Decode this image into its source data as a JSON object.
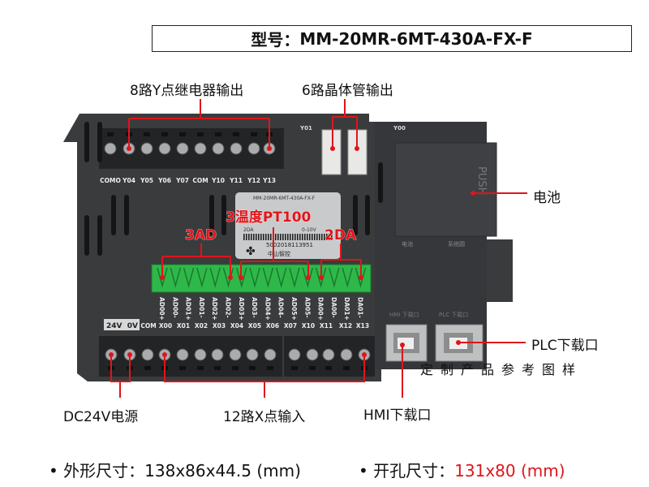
{
  "title": {
    "label": "型号：",
    "model": "MM-20MR-6MT-430A-FX-F"
  },
  "annotations": {
    "relay_out": "8路Y点继电器输出",
    "transistor_out": "6路晶体管输出",
    "battery": "电池",
    "ad": "3AD",
    "pt100": "3温度PT100",
    "da": "2DA",
    "plc_port": "PLC下载口",
    "hmi_port": "HMI下载口",
    "power": "DC24V电源",
    "x_inputs": "12路X点输入"
  },
  "watermark": "定制产品参考图样",
  "device": {
    "top_labels": [
      "COMO",
      "Y04",
      "Y05",
      "Y06",
      "Y07",
      "COM",
      "Y10",
      "Y11",
      "Y12",
      "Y13"
    ],
    "y01": "Y01",
    "y00": "Y00",
    "analog_labels": [
      "AD00+",
      "AD00-",
      "AD01+",
      "AD01-",
      "AD02+",
      "AD02-",
      "AD03+",
      "AD03-",
      "AD04+",
      "AD04-",
      "AD05+",
      "AD05-",
      "DA00+",
      "DA00-",
      "DA01+",
      "DA01-"
    ],
    "power_label": "24V  0V",
    "bottom_labels": [
      "COM",
      "X00",
      "X01",
      "X02",
      "X03",
      "X04",
      "X05",
      "X06",
      "X07",
      "X10",
      "X11",
      "X12",
      "X13"
    ],
    "sticker": {
      "model": "MM-20MR-6MT-430A-FX-F",
      "da": "2DA",
      "range": "0-10V",
      "serial": "5002018113951",
      "brand": "中山智控"
    },
    "battery_push": "PUSH",
    "battery_labels": [
      "电池",
      "系统圆"
    ],
    "hmi_small": "HMI 下载口",
    "plc_small": "PLC 下载口"
  },
  "footer": {
    "bullet": "•",
    "outer_label": "外形尺寸：",
    "outer_value": "138x86x44.5 (mm)",
    "cut_label": "开孔尺寸：",
    "cut_value": "131x80 (mm)"
  },
  "colors": {
    "accent": "#e0141a",
    "body": "#3a3b3d",
    "terminal_green": "#2fb84a"
  }
}
